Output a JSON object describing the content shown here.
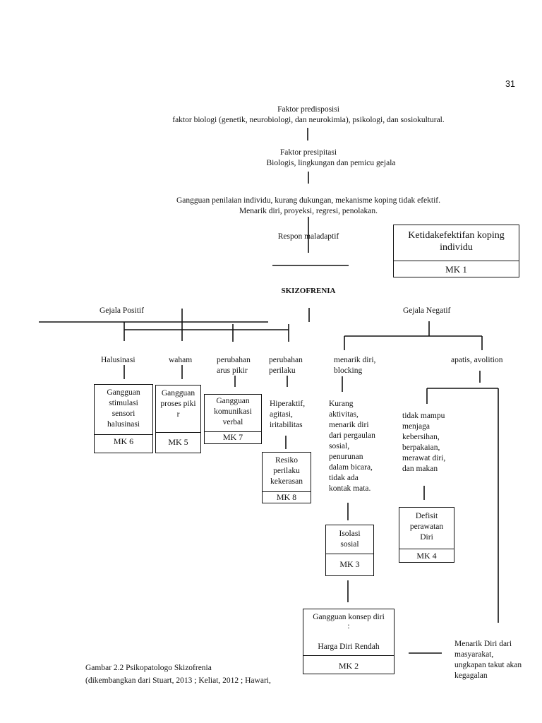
{
  "page_number": "31",
  "top": {
    "predisposisi_title": "Faktor predisposisi",
    "predisposisi_text": "faktor biologi (genetik, neurobiologi, dan neurokimia), psikologi, dan sosiokultural.",
    "presipitasi_title": "Faktor presipitasi",
    "presipitasi_text": "Biologis, lingkungan dan pemicu gejala",
    "penilaian_line1": "Gangguan penilaian individu, kurang dukungan, mekanisme koping tidak efektif.",
    "penilaian_line2": "Menarik diri, proyeksi, regresi, penolakan.",
    "respon": "Respon maladaptif",
    "skizofrenia": "SKIZOFRENIA"
  },
  "mk1_box": {
    "title": "Ketidakefektifan koping individu",
    "code": "MK 1"
  },
  "gejala_positif": {
    "label": "Gejala Positif",
    "items": [
      {
        "label": "Halusinasi",
        "box_title": "Gangguan stimulasi sensori halusinasi",
        "code": "MK 6"
      },
      {
        "label": "waham",
        "box_title": "Gangguan proses pikir",
        "code": "MK 5"
      },
      {
        "label": "perubahan arus pikir",
        "box_title": "Gangguan komunikasi verbal",
        "code": "MK 7"
      },
      {
        "label": "perubahan perilaku",
        "detail": "Hiperaktif, agitasi, iritabilitas",
        "box_title": "Resiko perilaku kekerasan",
        "code": "MK 8"
      }
    ]
  },
  "gejala_negatif": {
    "label": "Gejala Negatif",
    "menarik_label": "menarik diri, blocking",
    "menarik_detail": "Kurang aktivitas, menarik diri dari pergaulan sosial, penurunan dalam bicara, tidak ada kontak mata.",
    "isolasi_box": {
      "title": "Isolasi sosial",
      "code": "MK 3"
    },
    "apatis_label": "apatis, avolition",
    "apatis_detail": "tidak mampu menjaga kebersihan, berpakaian, merawat diri, dan makan",
    "defisit_box": {
      "title": "Defisit perawatan Diri",
      "code": "MK 4"
    },
    "konsep_box": {
      "title_line1": "Gangguan konsep diri",
      "title_line2": ":",
      "title_line3": "Harga Diri Rendah",
      "code": "MK 2"
    },
    "menarik_masyarakat": "Menarik Diri dari masyarakat, ungkapan takut akan kegagalan"
  },
  "caption": {
    "line1": "Gambar 2.2 Psikopatologo Skizofrenia",
    "line2": "(dikembangkan dari Stuart, 2013 ; Keliat, 2012 ; Hawari,"
  }
}
